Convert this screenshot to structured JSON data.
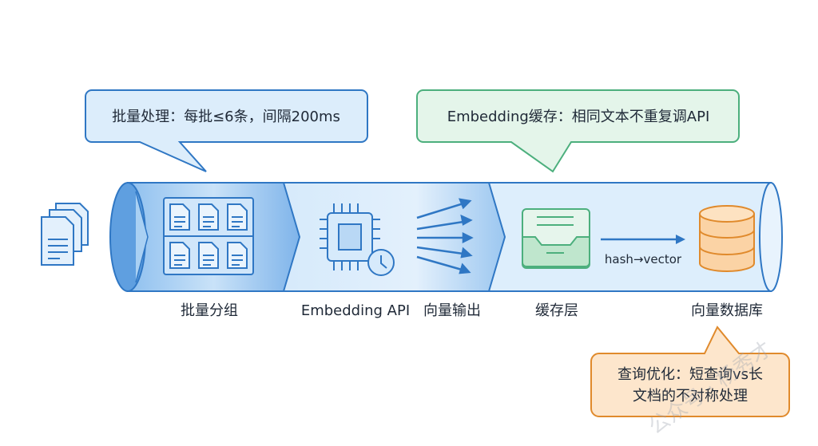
{
  "callouts": {
    "batch": "批量处理：每批≤6条，间隔200ms",
    "cache": "Embedding缓存：相同文本不重复调API",
    "query_line1": "查询优化：短查询vs长",
    "query_line2": "文档的不对称处理"
  },
  "stages": {
    "batch_group": "批量分组",
    "embedding_api": "Embedding API",
    "vector_output": "向量输出",
    "cache_layer": "缓存层",
    "vector_db": "向量数据库"
  },
  "edge_label": "hash→vector",
  "watermark": "公众号 · 杨秀才",
  "colors": {
    "blue": "#2f77c4",
    "green": "#4caf7d",
    "orange": "#e08a2c",
    "pipe": "#d9ecfb"
  }
}
